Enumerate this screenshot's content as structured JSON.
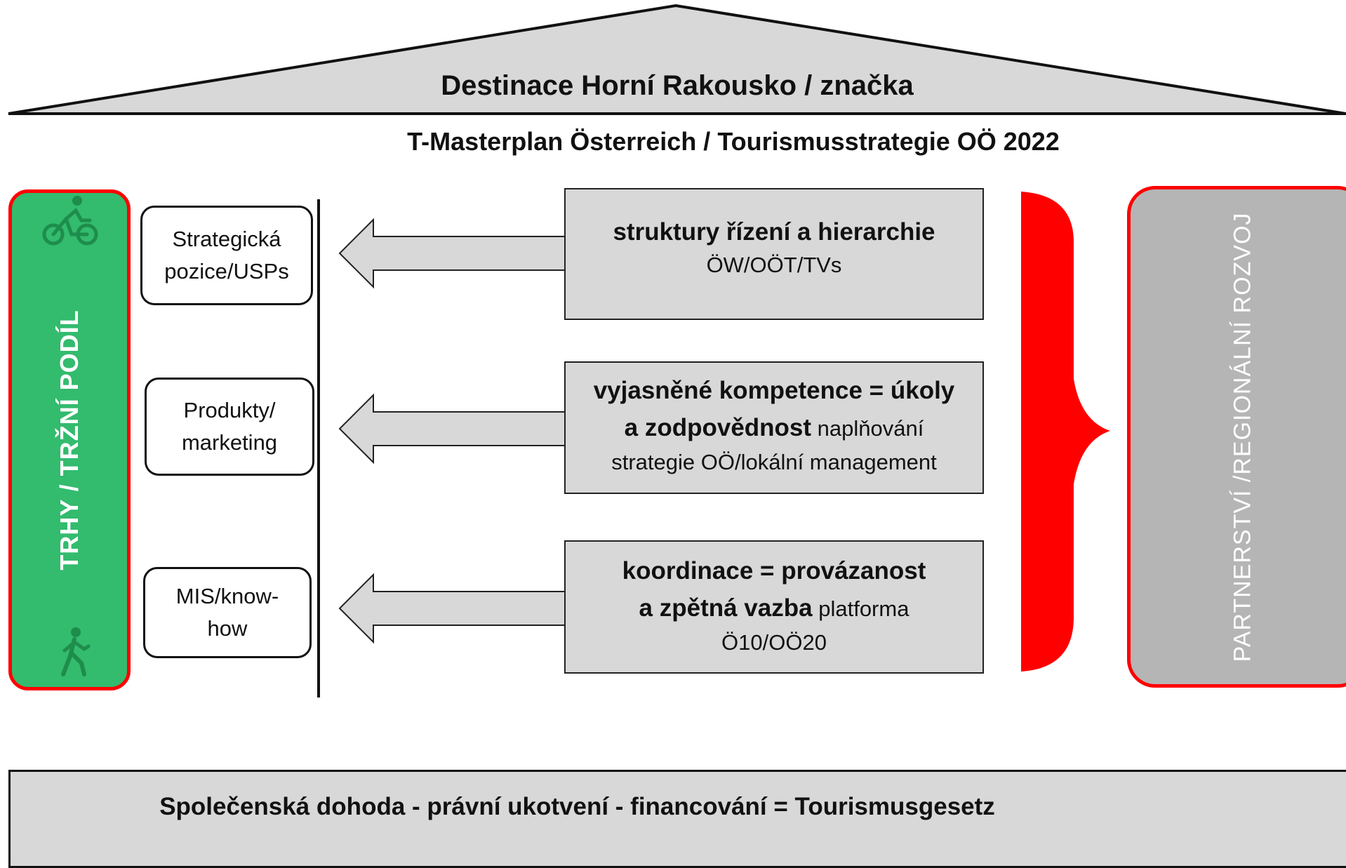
{
  "roof": {
    "title": "Destinace Horní Rakousko / značka"
  },
  "subtitle": "T-Masterplan Österreich / Tourismusstrategie OÖ 2022",
  "left_pillar": {
    "label": "TRHY / TRŽNÍ PODÍL",
    "color": "#33bb6e",
    "border_color": "#ff0000"
  },
  "right_pillar": {
    "label": "PARTNERSTVÍ /REGIONÁLNÍ ROZVOJ",
    "color": "#b5b5b5",
    "border_color": "#ff0000"
  },
  "icons": {
    "top": "cyclist-icon",
    "bottom": "walker-icon"
  },
  "tags": [
    {
      "line1": "Strategická",
      "line2": "pozice/USPs"
    },
    {
      "line1": "Produkty/",
      "line2": "marketing"
    },
    {
      "line1": "MIS/know-",
      "line2": "how"
    }
  ],
  "boxes": [
    {
      "bold1": "struktury řízení a hierarchie",
      "bold2": "",
      "normal": "ÖW/OÖT/TVs"
    },
    {
      "bold1": "vyjasněné kompetence = úkoly",
      "bold2": "a zodpovědnost",
      "normal1": "naplňování",
      "normal2": "strategie OÖ/lokální management"
    },
    {
      "bold1": "koordinace = provázanost",
      "bold2": "a zpětná vazba",
      "normal1": "platforma",
      "normal2": "Ö10/OÖ20"
    }
  ],
  "brace_color": "#ff0000",
  "foundation": {
    "text": "Společenská dohoda - právní ukotvení - financování = Tourismusgesetz"
  }
}
